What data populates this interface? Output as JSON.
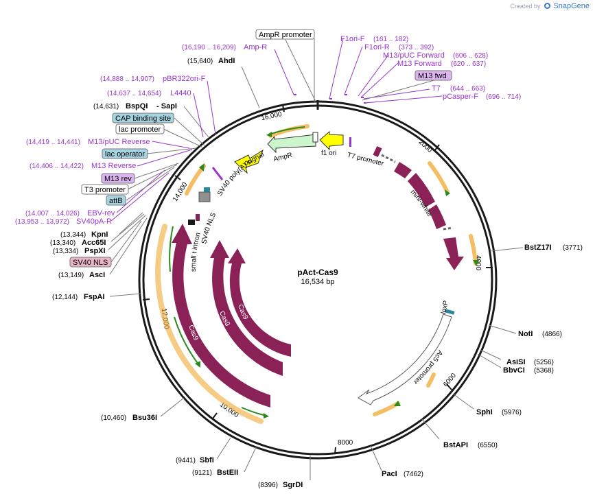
{
  "credit": {
    "prefix": "Created by",
    "brand": "SnapGene"
  },
  "plasmid": {
    "name": "pAct-Cas9",
    "size": "16,534 bp",
    "length": 16534
  },
  "ticks": [
    "2000",
    "4000",
    "6000",
    "8000",
    "10,000",
    "12,000",
    "14,000",
    "16,000"
  ],
  "sites": [
    {
      "name": "AhdI",
      "pos": "(15,640)"
    },
    {
      "name": "BspQI",
      "name2": "SapI",
      "pos": "(14,631)"
    },
    {
      "name": "KpnI",
      "pos": "(13,344)"
    },
    {
      "name": "Acc65I",
      "pos": "(13,340)"
    },
    {
      "name": "PspXI",
      "pos": "(13,334)"
    },
    {
      "name": "AscI",
      "pos": "(13,149)"
    },
    {
      "name": "FspAI",
      "pos": "(12,144)"
    },
    {
      "name": "Bsu36I",
      "pos": "(10,460)"
    },
    {
      "name": "SbfI",
      "pos": "(9441)"
    },
    {
      "name": "BstEII",
      "pos": "(9121)"
    },
    {
      "name": "SgrDI",
      "pos": "(8396)"
    },
    {
      "name": "PacI",
      "pos": "(7462)"
    },
    {
      "name": "BstAPI",
      "pos": "(6550)"
    },
    {
      "name": "SphI",
      "pos": "(5976)"
    },
    {
      "name": "AsiSI",
      "pos": "(5256)"
    },
    {
      "name": "BbvCI",
      "pos": "(5368)"
    },
    {
      "name": "NotI",
      "pos": "(4866)"
    },
    {
      "name": "BstZ17I",
      "pos": "(3771)"
    }
  ],
  "primers": [
    {
      "name": "Amp-R",
      "range": "(16,190 .. 16,209)"
    },
    {
      "name": "pBR322ori-F",
      "range": "(14,888 .. 14,907)"
    },
    {
      "name": "L4440",
      "range": "(14,637 .. 14,654)"
    },
    {
      "name": "M13/pUC Reverse",
      "range": "(14,419 .. 14,441)"
    },
    {
      "name": "M13 Reverse",
      "range": "(14,406 .. 14,422)"
    },
    {
      "name": "EBV-rev",
      "range": "(14,007 .. 14,026)"
    },
    {
      "name": "SV40pA-R",
      "range": "(13,953 .. 13,972)"
    },
    {
      "name": "F1ori-F",
      "range": "(161 .. 182)"
    },
    {
      "name": "F1ori-R",
      "range": "(373 .. 392)"
    },
    {
      "name": "M13/pUC Forward",
      "range": "(606 .. 628)"
    },
    {
      "name": "M13 Forward",
      "range": "(620 .. 637)"
    },
    {
      "name": "T7",
      "range": "(644 .. 663)"
    },
    {
      "name": "pCasper-F",
      "range": "(696 .. 714)"
    }
  ],
  "boxes": {
    "ampr_promoter": "AmpR promoter",
    "cap_binding": "CAP binding site",
    "lac_promoter": "lac promoter",
    "lac_operator": "lac operator",
    "m13_rev": "M13 rev",
    "t3_promoter": "T3 promoter",
    "attb": "attB",
    "sv40_nls": "SV40 NLS",
    "m13_fwd": "M13 fwd"
  },
  "features": {
    "f1_ori": "f1 ori",
    "t7_promoter": "T7 promoter",
    "ampr": "AmpR",
    "ori": "ori",
    "sv40_polya": "SV40 poly(A) signal",
    "sv40_nls": "SV40 NLS",
    "small_t": "small t intron",
    "mini_white": "mini-white",
    "loxp": "loxP",
    "ac5_promoter": "Ac5 promoter",
    "cas9": "Cas9"
  },
  "colors": {
    "backbone": "#1a1a1a",
    "cas9": "#8b2257",
    "mini_white": "#8b2257",
    "primer": "#9933cc",
    "ampr_fill": "#ccf5cc",
    "f1_ori_fill": "#ffff00",
    "ori_fill": "#ffff00",
    "orf_outline": "#f0a830",
    "orf_arrow": "#2a8a1a",
    "teal": "#2a8a9a",
    "box_blue": "#a6d3e0",
    "box_purple": "#dcb4f0",
    "box_pink": "#e8b4c8"
  }
}
